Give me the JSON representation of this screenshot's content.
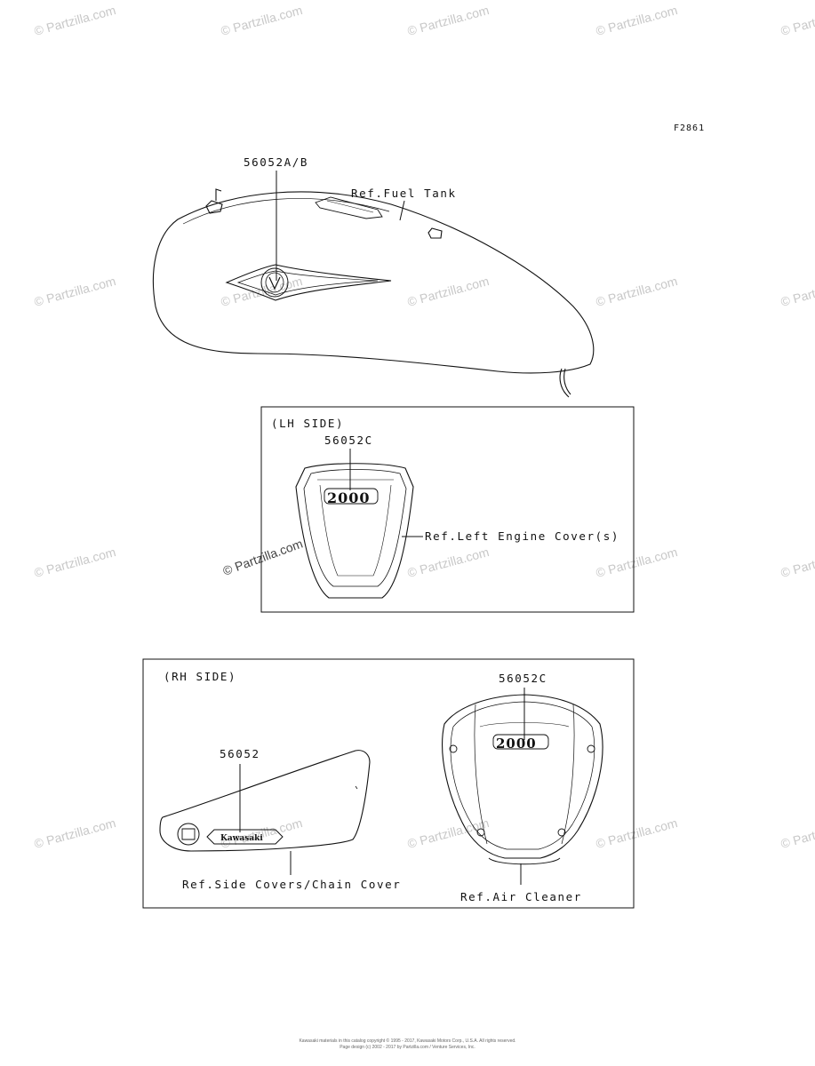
{
  "figure_code": "F2861",
  "watermark": "© Partzilla.com",
  "fuel_tank": {
    "part_number": "56052A/B",
    "ref_label": "Ref.Fuel Tank"
  },
  "lh_side": {
    "title": "(LH SIDE)",
    "part_number": "56052C",
    "ref_label": "Ref.Left Engine Cover(s)",
    "emblem_text": "2000"
  },
  "rh_side": {
    "title": "(RH SIDE)",
    "side_cover_part_number": "56052",
    "side_cover_ref_label": "Ref.Side Covers/Chain Cover",
    "badge_text": "Kawasaki",
    "air_cleaner_part_number": "56052C",
    "air_cleaner_ref_label": "Ref.Air Cleaner",
    "emblem_text": "2000"
  },
  "footer": {
    "line1": "Kawasaki materials in this catalog copyright © 1995 - 2017, Kawasaki Motors Corp., U.S.A. All rights reserved.",
    "line2": "Page design (c) 2002 - 2017 by Partzilla.com / Venture Services, Inc."
  }
}
